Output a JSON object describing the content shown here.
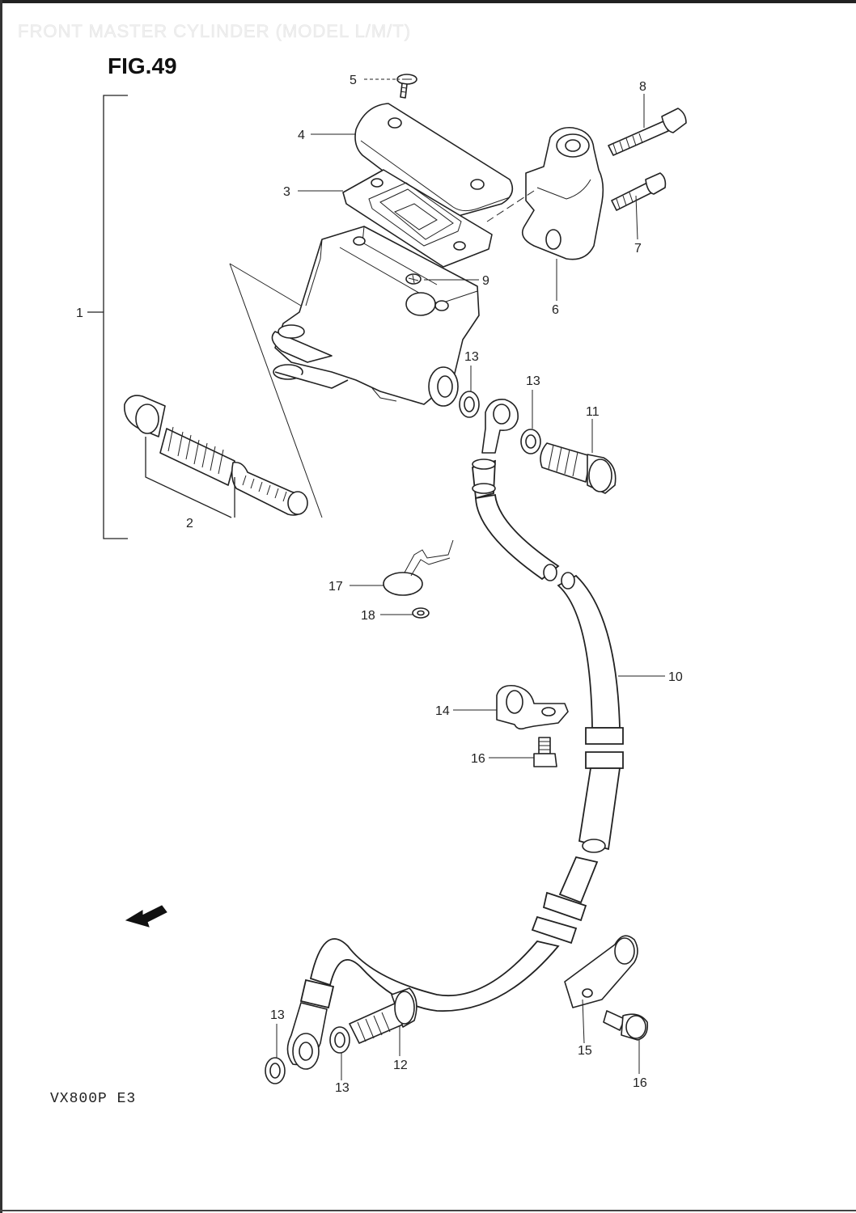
{
  "header": {
    "faint_title": "FRONT MASTER CYLINDER (MODEL L/M/T)",
    "figure": "FIG.49"
  },
  "footer": {
    "model_code": "VX800P E3"
  },
  "fwd_arrow": {
    "label": "FWD",
    "icon": "fwd-arrow-icon"
  },
  "callouts": [
    {
      "id": "c1",
      "label": "1"
    },
    {
      "id": "c2",
      "label": "2"
    },
    {
      "id": "c3",
      "label": "3"
    },
    {
      "id": "c4",
      "label": "4"
    },
    {
      "id": "c5",
      "label": "5"
    },
    {
      "id": "c6",
      "label": "6"
    },
    {
      "id": "c7",
      "label": "7"
    },
    {
      "id": "c8",
      "label": "8"
    },
    {
      "id": "c9",
      "label": "9"
    },
    {
      "id": "c10",
      "label": "10"
    },
    {
      "id": "c11",
      "label": "11"
    },
    {
      "id": "c12",
      "label": "12"
    },
    {
      "id": "c13a",
      "label": "13"
    },
    {
      "id": "c13b",
      "label": "13"
    },
    {
      "id": "c13c",
      "label": "13"
    },
    {
      "id": "c13d",
      "label": "13"
    },
    {
      "id": "c14",
      "label": "14"
    },
    {
      "id": "c15",
      "label": "15"
    },
    {
      "id": "c16a",
      "label": "16"
    },
    {
      "id": "c16b",
      "label": "16"
    },
    {
      "id": "c17",
      "label": "17"
    },
    {
      "id": "c18",
      "label": "18"
    }
  ]
}
